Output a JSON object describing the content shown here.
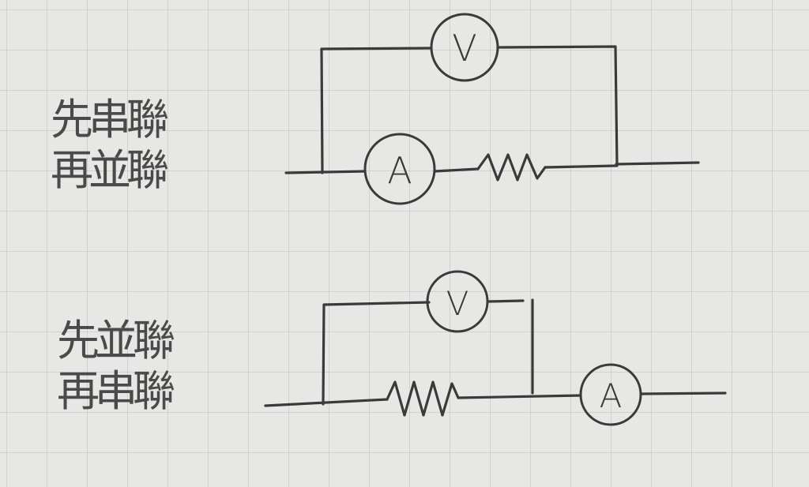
{
  "labels": {
    "top": {
      "line1": "先串聯",
      "line2": "再並聯"
    },
    "bottom": {
      "line1": "先並聯",
      "line2": "再串聯"
    }
  },
  "meters": {
    "voltmeter": "V",
    "ammeter": "A"
  },
  "colors": {
    "paper": "#e7e7e5",
    "grid": "#b0b0b0",
    "ink": "#3a3a3a",
    "pencil": "#4a4a4a"
  }
}
